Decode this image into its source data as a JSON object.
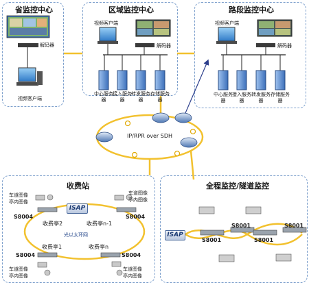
{
  "sections": {
    "province": "省监控中心",
    "regional": "区域监控中心",
    "road": "路段监控中心",
    "toll": "收费站",
    "tunnel": "全程监控/隧道监控"
  },
  "labels": {
    "video_client": "视频客户端",
    "decoder": "解码器",
    "central_server": "中心服务器",
    "access_server": "接入服务器",
    "forward_server": "转发服务器",
    "storage_server": "存储服务器"
  },
  "network": {
    "ring": "IP/RPR over SDH"
  },
  "toll": {
    "lane_image": "车道图像",
    "booth_image": "亭内图像",
    "device": "S8004",
    "booth2": "收费亭2",
    "booth_n1": "收费亭n-1",
    "booth1": "收费亭1",
    "booth_n": "收费亭n",
    "ring": "光以太环网",
    "isap": "ISAP"
  },
  "tunnel": {
    "isap": "ISAP",
    "device": "S8001"
  },
  "colors": {
    "box_border": "#7c9fcc",
    "link": "#f2c12e",
    "arrow": "#2c3e8c"
  }
}
